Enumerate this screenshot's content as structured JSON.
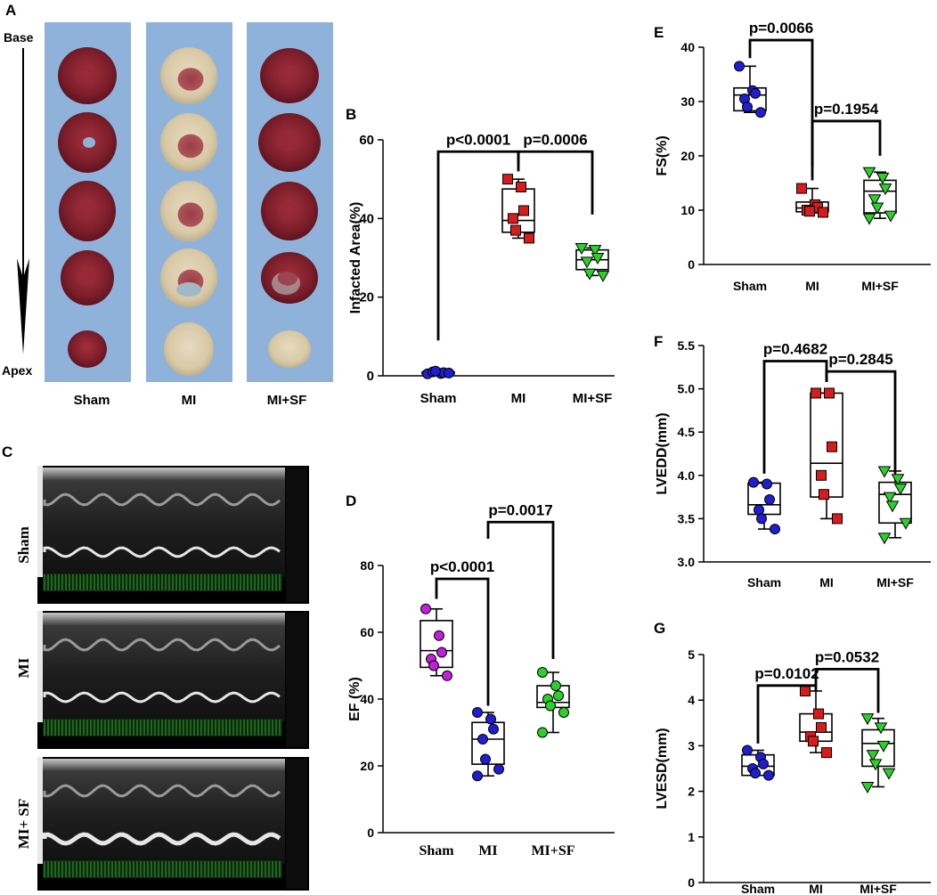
{
  "figure": {
    "panel_letters": [
      "A",
      "B",
      "C",
      "D",
      "E",
      "F",
      "G"
    ],
    "colors": {
      "sham_blue": "#1f1fd0",
      "mi_red": "#d81c1c",
      "misf_green": "#2ccf2c",
      "violet": "#c020d8",
      "bg_blue": "#8fb2da"
    }
  },
  "panel_a": {
    "letter": "A",
    "base_label": "Base",
    "apex_label": "Apex",
    "columns": [
      "Sham",
      "MI",
      "MI+SF"
    ]
  },
  "panel_c": {
    "letter": "C",
    "rows": [
      "Sham",
      "MI",
      "MI+ SF"
    ]
  },
  "chart_data": [
    {
      "panel": "B",
      "type": "box",
      "ylabel": "Infacted Area(%)",
      "categories": [
        "Sham",
        "MI",
        "MI+SF"
      ],
      "ylim": [
        0,
        60
      ],
      "yticks": [
        0,
        20,
        40,
        60
      ],
      "groups": [
        {
          "name": "Sham",
          "color": "#1f1fd0",
          "marker": "circle",
          "points": [
            0.5,
            0.6,
            0.8,
            1.0,
            1.2,
            0.7
          ],
          "box": {
            "min": 0.4,
            "q1": 0.5,
            "median": 0.7,
            "q3": 1.0,
            "max": 1.2
          }
        },
        {
          "name": "MI",
          "color": "#d81c1c",
          "marker": "square",
          "points": [
            50,
            48,
            42,
            40,
            37,
            35
          ],
          "box": {
            "min": 35,
            "q1": 36.5,
            "median": 39.5,
            "q3": 47.5,
            "max": 50
          }
        },
        {
          "name": "MI+SF",
          "color": "#2ccf2c",
          "marker": "triangle-down",
          "points": [
            32.5,
            32,
            30,
            29,
            26,
            25.5
          ],
          "box": {
            "min": 25.5,
            "q1": 27,
            "median": 29.5,
            "q3": 32,
            "max": 32.5
          }
        }
      ],
      "brackets": [
        {
          "from": 0,
          "to": 1,
          "from_y": 9,
          "to_y": 52,
          "level": 57,
          "label": "p<0.0001"
        },
        {
          "from": 1,
          "to": 2,
          "from_y": 54,
          "to_y": 41,
          "level": 57,
          "label": "p=0.0006"
        }
      ]
    },
    {
      "panel": "D",
      "type": "box",
      "ylabel": "EF (%)",
      "categories": [
        "Sham",
        "MI",
        "MI+SF"
      ],
      "ylim": [
        0,
        80
      ],
      "yticks": [
        0,
        20,
        40,
        60,
        80
      ],
      "groups": [
        {
          "name": "Sham",
          "color": "#c020d8",
          "marker": "circle",
          "points": [
            67,
            59,
            54,
            52,
            50,
            47
          ],
          "box": {
            "min": 47,
            "q1": 49.5,
            "median": 54.5,
            "q3": 63.5,
            "max": 67
          }
        },
        {
          "name": "MI",
          "color": "#1f1fd0",
          "marker": "circle",
          "points": [
            36,
            34,
            31,
            28,
            22,
            19,
            17
          ],
          "box": {
            "min": 17,
            "q1": 20.5,
            "median": 28,
            "q3": 33,
            "max": 36
          }
        },
        {
          "name": "MI+SF",
          "color": "#2ccf2c",
          "marker": "circle",
          "points": [
            48,
            44,
            41,
            40,
            38,
            36,
            30
          ],
          "box": {
            "min": 30,
            "q1": 37.5,
            "median": 39,
            "q3": 44,
            "max": 48
          }
        }
      ],
      "brackets": [
        {
          "from": 0,
          "to": 1,
          "from_y": 70,
          "to_y": 38,
          "level": 76,
          "label": "p<0.0001"
        },
        {
          "from": 1,
          "to": 2,
          "from_y": 88,
          "to_y": 52,
          "level": 93,
          "label": "p=0.0017"
        }
      ]
    },
    {
      "panel": "E",
      "type": "box",
      "ylabel": "FS(%)",
      "categories": [
        "Sham",
        "MI",
        "MI+SF"
      ],
      "ylim": [
        0,
        40
      ],
      "yticks": [
        0,
        10,
        20,
        30,
        40
      ],
      "groups": [
        {
          "name": "Sham",
          "color": "#1f1fd0",
          "marker": "circle",
          "points": [
            36.5,
            32,
            31.5,
            30.5,
            29,
            28
          ],
          "box": {
            "min": 28,
            "q1": 28.3,
            "median": 31.2,
            "q3": 32.5,
            "max": 36.5
          }
        },
        {
          "name": "MI",
          "color": "#d81c1c",
          "marker": "square",
          "points": [
            14,
            11,
            10.5,
            10,
            9.8,
            9.6
          ],
          "box": {
            "min": 9.5,
            "q1": 9.7,
            "median": 10.4,
            "q3": 11.5,
            "max": 14
          }
        },
        {
          "name": "MI+SF",
          "color": "#2ccf2c",
          "marker": "triangle-down",
          "points": [
            17,
            16,
            14,
            12,
            10.5,
            9,
            8.5
          ],
          "box": {
            "min": 8.5,
            "q1": 9.5,
            "median": 13.5,
            "q3": 15.5,
            "max": 17
          }
        }
      ],
      "brackets": [
        {
          "from": 0,
          "to": 1,
          "from_y": 38,
          "to_y": 18,
          "level": 41.3,
          "label": "p=0.0066"
        },
        {
          "from": 1,
          "to": 2,
          "from_y": 15.5,
          "to_y": 20,
          "level": 26.4,
          "label": "p=0.1954"
        }
      ]
    },
    {
      "panel": "F",
      "type": "box",
      "ylabel": "LVEDD(mm)",
      "categories": [
        "Sham",
        "MI",
        "MI+SF"
      ],
      "ylim": [
        3.0,
        5.5
      ],
      "yticks": [
        "3.0",
        "3.5",
        "4.0",
        "4.5",
        "5.0",
        "5.5"
      ],
      "groups": [
        {
          "name": "Sham",
          "color": "#1f1fd0",
          "marker": "circle",
          "points": [
            3.92,
            3.9,
            3.72,
            3.6,
            3.5,
            3.38
          ],
          "box": {
            "min": 3.38,
            "q1": 3.55,
            "median": 3.66,
            "q3": 3.91,
            "max": 3.92
          }
        },
        {
          "name": "MI",
          "color": "#d81c1c",
          "marker": "square",
          "points": [
            4.95,
            4.95,
            4.33,
            4.0,
            3.78,
            3.5
          ],
          "box": {
            "min": 3.5,
            "q1": 3.75,
            "median": 4.14,
            "q3": 4.95,
            "max": 4.95
          }
        },
        {
          "name": "MI+SF",
          "color": "#2ccf2c",
          "marker": "triangle-down",
          "points": [
            4.05,
            3.96,
            3.85,
            3.75,
            3.65,
            3.45,
            3.28
          ],
          "box": {
            "min": 3.28,
            "q1": 3.45,
            "median": 3.78,
            "q3": 3.92,
            "max": 4.05
          }
        }
      ],
      "brackets": [
        {
          "from": 0,
          "to": 1,
          "from_y": 4.02,
          "to_y": 5.08,
          "level": 5.32,
          "label": "p=0.4682"
        },
        {
          "from": 1,
          "to": 2,
          "from_y": 5.08,
          "to_y": 4.02,
          "level": 5.2,
          "label": "p=0.2845"
        }
      ]
    },
    {
      "panel": "G",
      "type": "box",
      "ylabel": "LVESD(mm)",
      "categories": [
        "Sham",
        "MI",
        "MI+SF"
      ],
      "ylim": [
        0,
        5
      ],
      "yticks": [
        0,
        1,
        2,
        3,
        4,
        5
      ],
      "groups": [
        {
          "name": "Sham",
          "color": "#1f1fd0",
          "marker": "circle",
          "points": [
            2.9,
            2.75,
            2.6,
            2.5,
            2.4,
            2.35
          ],
          "box": {
            "min": 2.35,
            "q1": 2.35,
            "median": 2.55,
            "q3": 2.8,
            "max": 2.9
          }
        },
        {
          "name": "MI",
          "color": "#d81c1c",
          "marker": "square",
          "points": [
            4.2,
            3.7,
            3.4,
            3.2,
            3.1,
            2.85
          ],
          "box": {
            "min": 2.85,
            "q1": 3.1,
            "median": 3.3,
            "q3": 3.7,
            "max": 4.2
          }
        },
        {
          "name": "MI+SF",
          "color": "#2ccf2c",
          "marker": "triangle-down",
          "points": [
            3.6,
            3.4,
            3.0,
            2.8,
            2.6,
            2.4,
            2.1
          ],
          "box": {
            "min": 2.1,
            "q1": 2.55,
            "median": 3.05,
            "q3": 3.35,
            "max": 3.6
          }
        }
      ],
      "brackets": [
        {
          "from": 0,
          "to": 1,
          "from_y": 3.05,
          "to_y": 4.2,
          "level": 4.32,
          "label": "p=0.0102"
        },
        {
          "from": 1,
          "to": 2,
          "from_y": 4.32,
          "to_y": 3.72,
          "level": 4.68,
          "label": "p=0.0532"
        }
      ]
    }
  ]
}
